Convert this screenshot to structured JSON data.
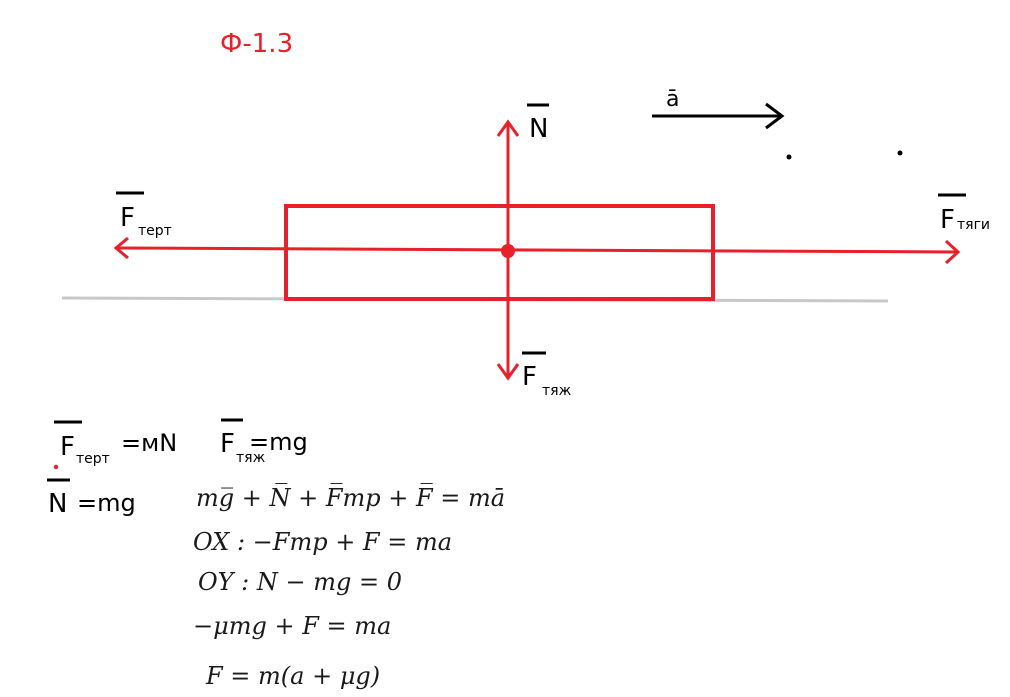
{
  "title": "Ф-1.3",
  "colors": {
    "red": "#e8202a",
    "black": "#000000",
    "ground": "#c8c8c8"
  },
  "diagram": {
    "accel_label": "ā",
    "normal_label": "N",
    "friction_label": {
      "main": "F",
      "sub": "терт"
    },
    "traction_label": {
      "main": "F",
      "sub": "тяги"
    },
    "gravity_label": {
      "main": "F",
      "sub": "тяж"
    }
  },
  "handwritten": {
    "friction_formula": {
      "main": "F",
      "sub": "терт",
      "rhs": "=мN"
    },
    "gravity_formula": {
      "main": "F",
      "sub": "тяж",
      "rhs": "=mg"
    },
    "normal_formula": {
      "main": "N",
      "rhs": "=mg"
    }
  },
  "equations": [
    "mg̅ + N̅ + F̅mp + F̅ = mā",
    "OX : −Fmp + F = ma",
    "OY : N − mg = 0",
    "−μmg + F = ma",
    "F = m(a + μg)"
  ]
}
